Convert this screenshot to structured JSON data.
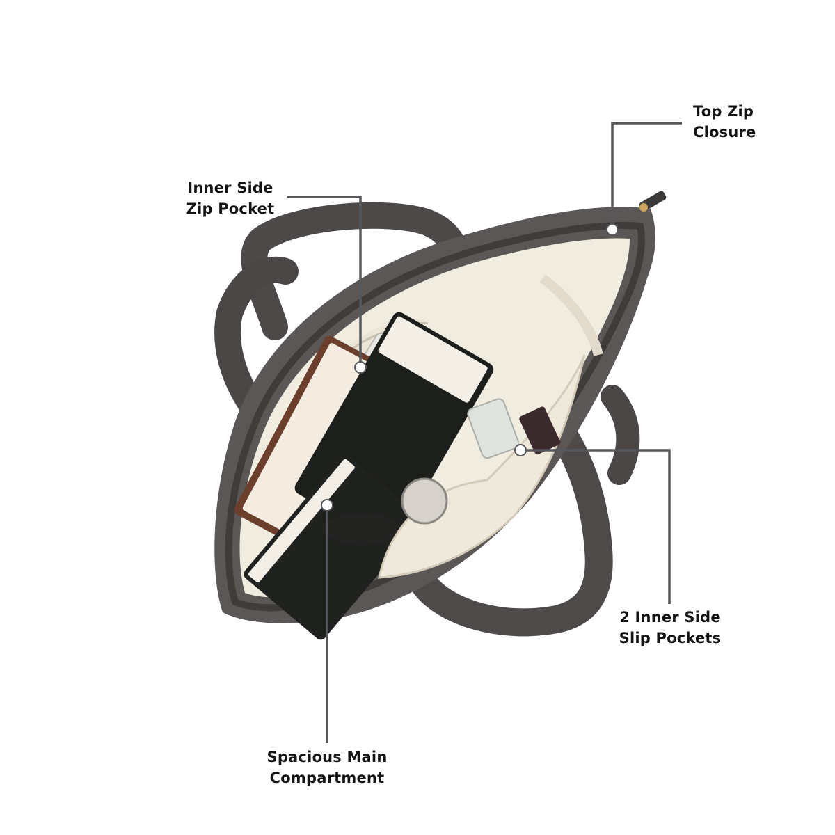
{
  "colors": {
    "bag_body": "#5b5756",
    "bag_dark": "#3f3c3b",
    "lining": "#f1ece0",
    "lining_shadow": "#d9d2c2",
    "leader_line": "#57585b",
    "label_text": "#141414",
    "background": "#ffffff"
  },
  "callouts": [
    {
      "id": "top-zip-closure",
      "lines": [
        "Top Zip",
        "Closure"
      ]
    },
    {
      "id": "inner-side-zip-pocket",
      "lines": [
        "Inner Side",
        "Zip Pocket"
      ]
    },
    {
      "id": "inner-side-slip-pockets",
      "lines": [
        "2 Inner Side",
        "Slip Pockets"
      ]
    },
    {
      "id": "main-compartment",
      "lines": [
        "Spacious Main",
        "Compartment"
      ]
    }
  ]
}
